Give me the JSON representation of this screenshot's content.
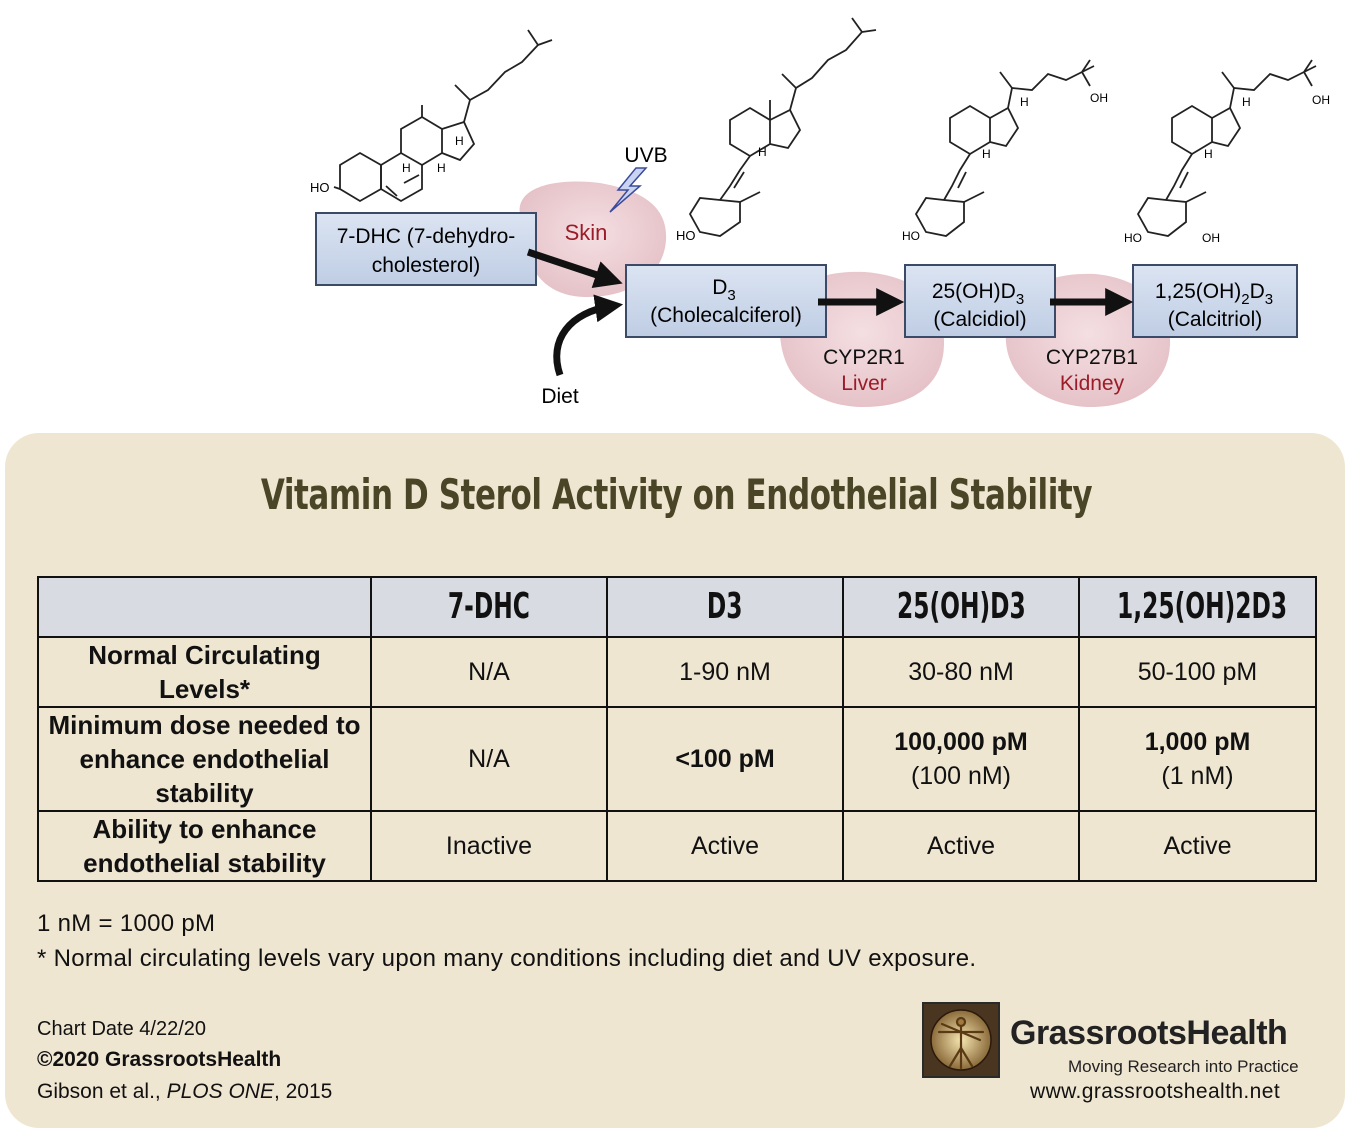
{
  "pathway": {
    "nodes": {
      "dhc": [
        "7-DHC (7-dehydro-",
        "cholesterol)"
      ],
      "d3": [
        "D",
        "3",
        "(Cholecalciferol)"
      ],
      "calcidiol": [
        "25(OH)D",
        "3",
        "(Calcidiol)"
      ],
      "calcitriol": [
        "1,25(OH)",
        "2",
        "D",
        "3",
        "(Calcitriol)"
      ]
    },
    "sites": {
      "skin": "Skin",
      "liver_enzyme": "CYP2R1",
      "liver": "Liver",
      "kidney_enzyme": "CYP27B1",
      "kidney": "Kidney"
    },
    "inputs": {
      "uvb": "UVB",
      "diet": "Diet"
    },
    "atoms": {
      "ho": "HO",
      "oh": "OH",
      "h": "H"
    },
    "colors": {
      "box_fill": "#cbd7ea",
      "organ_fill": "#eacdd2",
      "organ_text": "#9b1c28"
    }
  },
  "panel": {
    "title": "Vitamin D Sterol Activity on Endothelial Stability",
    "table": {
      "headers": [
        "",
        "7-DHC",
        "D3",
        "25(OH)D3",
        "1,25(OH)2D3"
      ],
      "rows": [
        {
          "label": "Normal Circulating Levels*",
          "cells": [
            "N/A",
            "1-90 nM",
            "30-80 nM",
            "50-100 pM"
          ]
        },
        {
          "label": "Minimum dose needed to enhance endothelial stability",
          "cells": [
            "N/A",
            "<100 pM",
            "100,000 pM",
            "1,000 pM"
          ],
          "subcells": [
            "",
            "",
            "(100 nM)",
            "(1 nM)"
          ]
        },
        {
          "label": "Ability to enhance endothelial stability",
          "cells": [
            "Inactive",
            "Active",
            "Active",
            "Active"
          ]
        }
      ]
    },
    "notes": {
      "unit": "1 nM = 1000 pM",
      "footnote": "* Normal circulating levels vary upon many conditions including diet and UV exposure."
    },
    "credits": {
      "date": "Chart Date 4/22/20",
      "copyright": "©2020 GrassrootsHealth",
      "citation_authors": "Gibson et al., ",
      "citation_journal": "PLOS ONE",
      "citation_year": ", 2015"
    },
    "logo": {
      "name": "GrassrootsHealth",
      "tagline": "Moving Research into Practice",
      "url": "www.grassrootshealth.net"
    }
  }
}
